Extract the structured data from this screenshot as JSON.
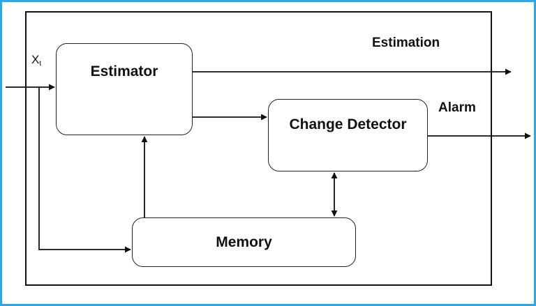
{
  "blocks": {
    "estimator": "Estimator",
    "change_detector": "Change Detector",
    "memory": "Memory"
  },
  "labels": {
    "input_base": "X",
    "input_sub": "t",
    "estimation": "Estimation",
    "alarm": "Alarm"
  },
  "colors": {
    "frame_border": "#2aa8e8",
    "line": "#111111"
  }
}
